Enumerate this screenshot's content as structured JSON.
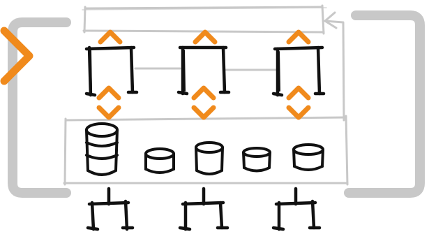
{
  "diagram": {
    "style": "hand-drawn sketch",
    "colors": {
      "ink": "#111111",
      "frame": "#c8c8c8",
      "frame_light": "#d4d4d4",
      "accent": "#f08a1c"
    },
    "icons": {
      "entry": "chevron-right-icon",
      "exchange": "up-down-arrows-icon",
      "server": "server-box-icon",
      "database": "database-cylinder-icon",
      "client": "client-terminal-icon"
    },
    "counts": {
      "servers": 3,
      "databases": 5,
      "clients": 3,
      "arrow_pairs": 3
    }
  }
}
